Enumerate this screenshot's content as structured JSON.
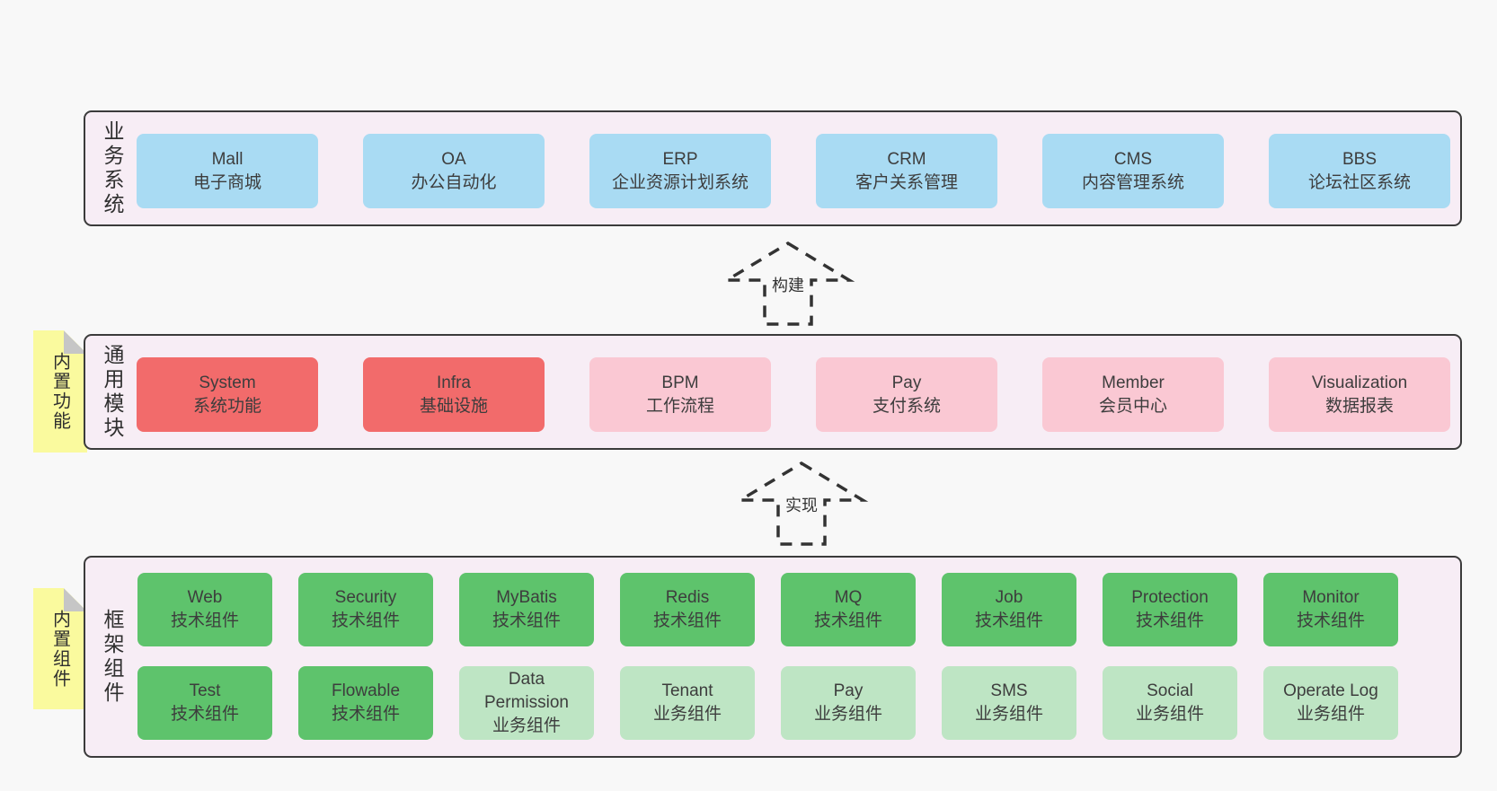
{
  "sections": [
    {
      "title": "业务系统",
      "note": "",
      "box_rows": [
        [
          {
            "title": "Mall",
            "subtitle": "电子商城",
            "variant": "blue"
          },
          {
            "title": "OA",
            "subtitle": "办公自动化",
            "variant": "blue"
          },
          {
            "title": "ERP",
            "subtitle": "企业资源计划系统",
            "variant": "blue"
          },
          {
            "title": "CRM",
            "subtitle": "客户关系管理",
            "variant": "blue"
          },
          {
            "title": "CMS",
            "subtitle": "内容管理系统",
            "variant": "blue"
          },
          {
            "title": "BBS",
            "subtitle": "论坛社区系统",
            "variant": "blue"
          }
        ]
      ]
    },
    {
      "title": "通用模块",
      "note": "内置功能",
      "box_rows": [
        [
          {
            "title": "System",
            "subtitle": "系统功能",
            "variant": "red"
          },
          {
            "title": "Infra",
            "subtitle": "基础设施",
            "variant": "red"
          },
          {
            "title": "BPM",
            "subtitle": "工作流程",
            "variant": "pink"
          },
          {
            "title": "Pay",
            "subtitle": "支付系统",
            "variant": "pink"
          },
          {
            "title": "Member",
            "subtitle": "会员中心",
            "variant": "pink"
          },
          {
            "title": "Visualization",
            "subtitle": "数据报表",
            "variant": "pink"
          }
        ]
      ]
    },
    {
      "title": "框架组件",
      "note": "内置组件",
      "box_rows": [
        [
          {
            "title": "Web",
            "subtitle": "技术组件",
            "variant": "green"
          },
          {
            "title": "Security",
            "subtitle": "技术组件",
            "variant": "green"
          },
          {
            "title": "MyBatis",
            "subtitle": "技术组件",
            "variant": "green"
          },
          {
            "title": "Redis",
            "subtitle": "技术组件",
            "variant": "green"
          },
          {
            "title": "MQ",
            "subtitle": "技术组件",
            "variant": "green"
          },
          {
            "title": "Job",
            "subtitle": "技术组件",
            "variant": "green"
          },
          {
            "title": "Protection",
            "subtitle": "技术组件",
            "variant": "green"
          },
          {
            "title": "Monitor",
            "subtitle": "技术组件",
            "variant": "green"
          }
        ],
        [
          {
            "title": "Test",
            "subtitle": "技术组件",
            "variant": "green"
          },
          {
            "title": "Flowable",
            "subtitle": "技术组件",
            "variant": "green"
          },
          {
            "title": "Data Permission",
            "subtitle": "业务组件",
            "variant": "light-green"
          },
          {
            "title": "Tenant",
            "subtitle": "业务组件",
            "variant": "light-green"
          },
          {
            "title": "Pay",
            "subtitle": "业务组件",
            "variant": "light-green"
          },
          {
            "title": "SMS",
            "subtitle": "业务组件",
            "variant": "light-green"
          },
          {
            "title": "Social",
            "subtitle": "业务组件",
            "variant": "light-green"
          },
          {
            "title": "Operate Log",
            "subtitle": "业务组件",
            "variant": "light-green"
          }
        ]
      ]
    }
  ],
  "arrows": [
    {
      "label": "构建"
    },
    {
      "label": "实现"
    }
  ],
  "colors": {
    "blue": "#a9dbf3",
    "red": "#f26b6b",
    "pink": "#fac8d3",
    "green": "#5ec36c",
    "light_green": "#bee5c4",
    "yellow_note": "#fafa9e",
    "fold_gray": "#c6c6c6",
    "container_bg": "#f7edf5",
    "border": "#3b3b3b",
    "page_bg": "#f8f8f8",
    "text": "#3d3d3d"
  }
}
